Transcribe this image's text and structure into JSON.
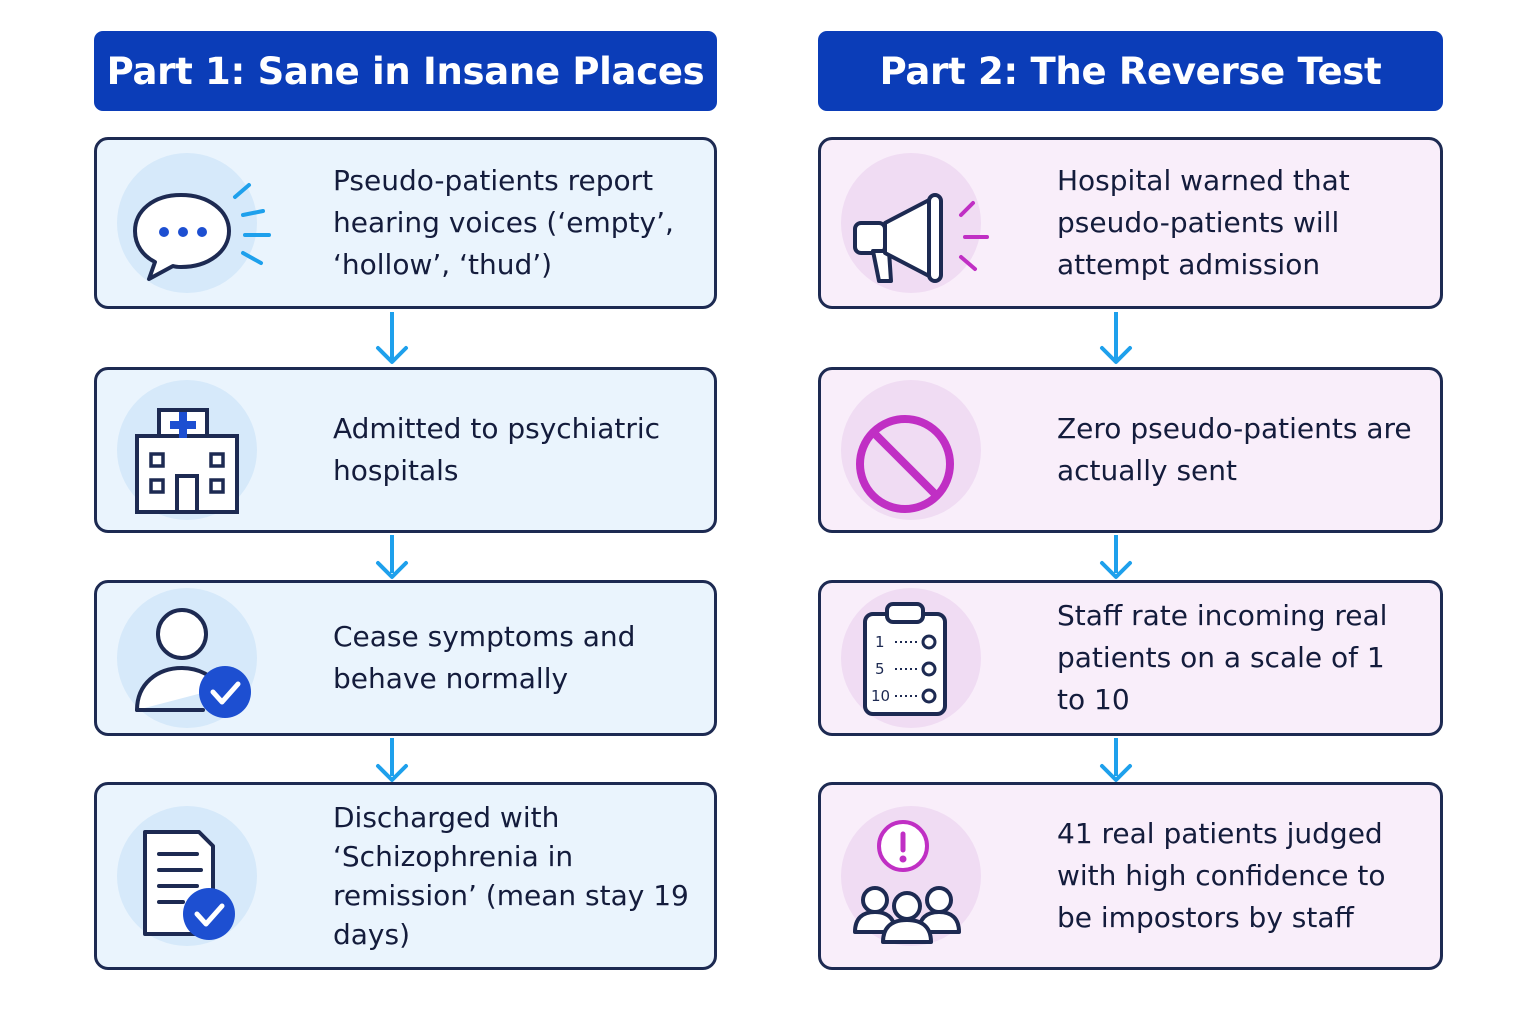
{
  "part1": {
    "title": "Part 1: Sane in Insane Places",
    "steps": [
      {
        "text": "Pseudo-patients report hearing voices (‘empty’, ‘hollow’, ‘thud’)",
        "icon": "speech-bubble-icon"
      },
      {
        "text": "Admitted to psychiatric hospitals",
        "icon": "hospital-icon"
      },
      {
        "text": "Cease symptoms and behave normally",
        "icon": "person-check-icon"
      },
      {
        "text": "Discharged with ‘Schizophrenia in remission’ (mean stay 19 days)",
        "icon": "document-check-icon"
      }
    ]
  },
  "part2": {
    "title": "Part 2: The Reverse Test",
    "steps": [
      {
        "text": "Hospital warned that pseudo-patients will attempt admission",
        "icon": "megaphone-icon"
      },
      {
        "text": "Zero pseudo-patients are actually sent",
        "icon": "prohibited-icon"
      },
      {
        "text": "Staff rate incoming real patients on a scale of 1 to 10",
        "icon": "clipboard-scale-icon"
      },
      {
        "text": "41 real patients judged with high confidence to be impostors by staff",
        "icon": "group-alert-icon"
      }
    ]
  },
  "clipboard_scale": [
    "1",
    "5",
    "10"
  ],
  "colors": {
    "header": "#0b3db8",
    "border": "#1d2a52",
    "arrow": "#1ea0ec",
    "part1_accent": "#1d4fd1",
    "part2_accent": "#c02fc4"
  }
}
